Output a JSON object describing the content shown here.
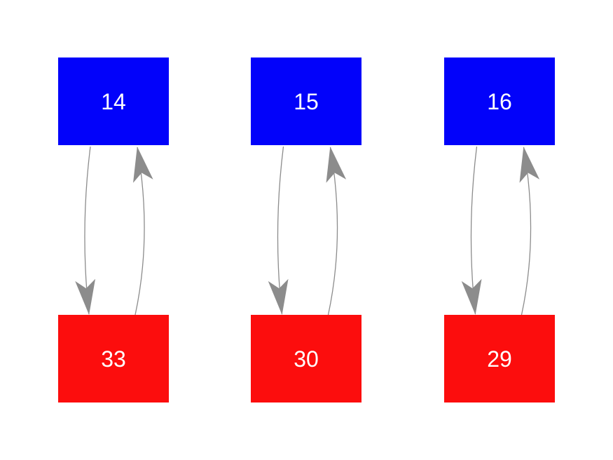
{
  "diagram": {
    "type": "graph",
    "background": "#ffffff",
    "colors": {
      "top_node_fill": "#0202fa",
      "bottom_node_fill": "#fc0d0d",
      "node_label": "#ffffff",
      "edge": "#8c8c8c"
    },
    "nodes": [
      {
        "label": "14",
        "row": "top",
        "column": 1,
        "color": "#0202fa"
      },
      {
        "label": "15",
        "row": "top",
        "column": 2,
        "color": "#0202fa"
      },
      {
        "label": "16",
        "row": "top",
        "column": 3,
        "color": "#0202fa"
      },
      {
        "label": "33",
        "row": "bottom",
        "column": 1,
        "color": "#fc0d0d"
      },
      {
        "label": "30",
        "row": "bottom",
        "column": 2,
        "color": "#fc0d0d"
      },
      {
        "label": "29",
        "row": "bottom",
        "column": 3,
        "color": "#fc0d0d"
      }
    ],
    "edges": [
      {
        "from": "14",
        "to": "33",
        "direction": "down"
      },
      {
        "from": "33",
        "to": "14",
        "direction": "up"
      },
      {
        "from": "15",
        "to": "30",
        "direction": "down"
      },
      {
        "from": "30",
        "to": "15",
        "direction": "up"
      },
      {
        "from": "16",
        "to": "29",
        "direction": "down"
      },
      {
        "from": "29",
        "to": "16",
        "direction": "up"
      }
    ]
  }
}
